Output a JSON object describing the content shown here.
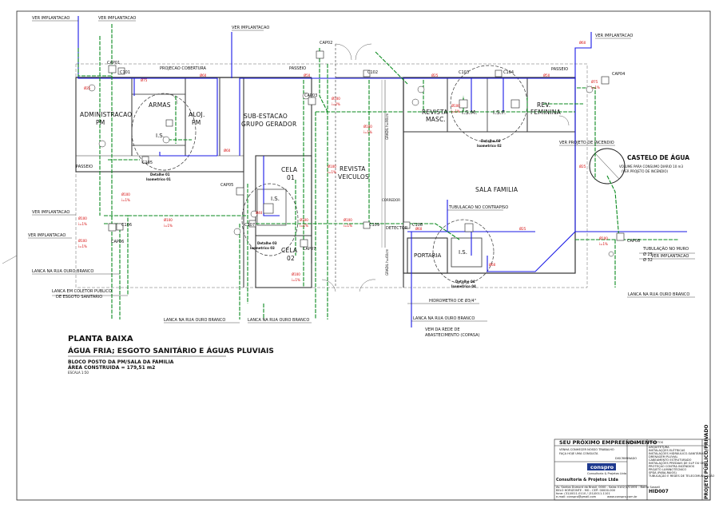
{
  "rooms": {
    "administracao": "ADMINISTRACAO",
    "administracao_pm": "PM",
    "armas": "ARMAS",
    "aloj": "ALOJ.",
    "aloj_pm": "PM",
    "is": "I.S.",
    "subestacao": "SUB-ESTACAO",
    "grupo_gerador": "GRUPO GERADOR",
    "cela01": "CELA",
    "cela01_num": "01",
    "cela02": "CELA",
    "cela02_num": "02",
    "revista_veiculos": "REVISTA",
    "revista_veiculos2": "VEICULOS",
    "revista_masc": "REVISTA",
    "revista_masc2": "MASC.",
    "ism": "I.S.M.",
    "isf": "I.S.F.",
    "rev_feminina": "REV.",
    "rev_feminina2": "FEMININA",
    "sala_familia": "SALA FAMILIA",
    "portaria": "PORTARIA",
    "passeio": "PASSEIO",
    "corredor": "CORREDOR",
    "detector": "DETECTOR"
  },
  "labels": {
    "ver_implantacao": "VER IMPLANTACAO",
    "projecao_cobertura": "PROJECAO COBERTURA",
    "ver_projeto_incendio": "VER PROJETO DE INCENDIO",
    "castelo_agua": "CASTELO DE ÁGUA",
    "castelo_desc1": "VOLUME PARA CONSUMO DIARIO 10 m3",
    "castelo_desc2": "(VER PROJETO DE INCENDIO)",
    "tubulacao_contrapiso": "TUBULACAO NO CONTRAPISO",
    "tubulacao_muro": "TUBULAÇÃO NO MURO",
    "tub_25": "Ø 25",
    "tub_32": "Ø 32",
    "lanca_rua": "LANCA NA RUA OURO BRANCO",
    "lanca_coletor1": "LANCA EM COLETOR PUBLICO",
    "lanca_coletor2": "DE ESGOTO SANITARIO",
    "hidrometro": "HIDROMETRO DE Ø3/4\"",
    "vem_rede1": "VEM DA REDE DE",
    "vem_rede2": "ABASTECIMENTO (COPASA)",
    "gradil_90": "GRADIL h=90cm",
    "gradil_60": "GRADIL h=60cm",
    "detalhe01": "Detalhe 01",
    "iso01": "Isometrico 01",
    "detalhe02": "Detalhe 02",
    "iso02": "Isometrico 02",
    "detalhe03": "Detalhe 03",
    "iso03": "Isometrico 03",
    "detalhe04": "Detalhe 04",
    "iso04": "Isometrico 04",
    "cap01": "CAP01",
    "cap02": "CAP02",
    "cap03": "CAP03",
    "cap04": "CAP04",
    "cap05": "CAP05",
    "cap06": "CAP06",
    "cap07": "CAP07",
    "cap08": "CAP08",
    "c101": "C101",
    "c102": "C102",
    "c103": "C103",
    "c104": "C104",
    "c105": "C105",
    "c106": "C106",
    "c107": "C107",
    "c108": "C108",
    "c109": "C109",
    "d100": "Ø100",
    "d75": "Ø75",
    "d60": "Ø60",
    "d50": "Ø50",
    "d40": "Ø40",
    "d25": "Ø25",
    "slope1": "i=1%",
    "slope2": "i=2%"
  },
  "title": {
    "line1": "PLANTA BAIXA",
    "line2": "ÁGUA FRIA; ESGOTO SANITÁRIO E ÁGUAS PLUVIAIS",
    "line3": "BLOCO POSTO DA PM/SALA DA FAMILIA",
    "line4": "ÁREA CONSTRUIDA = 179,51 m2",
    "line5": "ESCALA 1:50"
  },
  "titleblock": {
    "project_name": "SEU PRÓXIMO EMPREENDIMENTO",
    "sub1": "VENHA CONHECER NOSSO TRABALHO",
    "sub2": "FAÇA HOJE UMA CONSULTA",
    "title_label": "TÍTULO",
    "projects_label": "PROJETOS",
    "projects": [
      "ARQUITETURA",
      "INSTALAÇÕES ELÉTRICAS",
      "INSTALAÇÕES HIDRÁULICO-SANITÁRIAS",
      "DRENAGEM PLUVIAL",
      "CABEAMENTO ESTRUTURADO",
      "INSTALAÇÕES PREDIAIS DE GLP OU GN",
      "PROTEÇÃO CONTRA INCÊNDIOS",
      "PROJETO LUMINOTÉCNICO",
      "SPDA (PARA-RAIOS)",
      "TUBULAÇÃO E REDES DE TELECOMUNICAÇÃO"
    ],
    "logo": "conspro",
    "logo_sub": "Consultoria & Projetos Ltda",
    "company": "Consultoria & Projetos Ltda",
    "addr1": "Av. Santos Dumont do Brasil, 0000 - Salas 0102/1/11001 - Bairro Sossell",
    "addr2": "BELO HORIZONTE - MG - CEP: 00000-000",
    "addr3": "fone: (31)0011-0110 / (31)0011-1101",
    "addr4": "e-mail: conspro@gmail.com",
    "addr5": "www.conspro.com.br",
    "code": "HID007",
    "side": "PROJETO PÚBLICO/PRIVADO",
    "discriminated": "DISCRIMINADO"
  },
  "colors": {
    "water": "#1a1ae6",
    "sewer": "#0a8a1e",
    "text_red": "#d40000"
  }
}
